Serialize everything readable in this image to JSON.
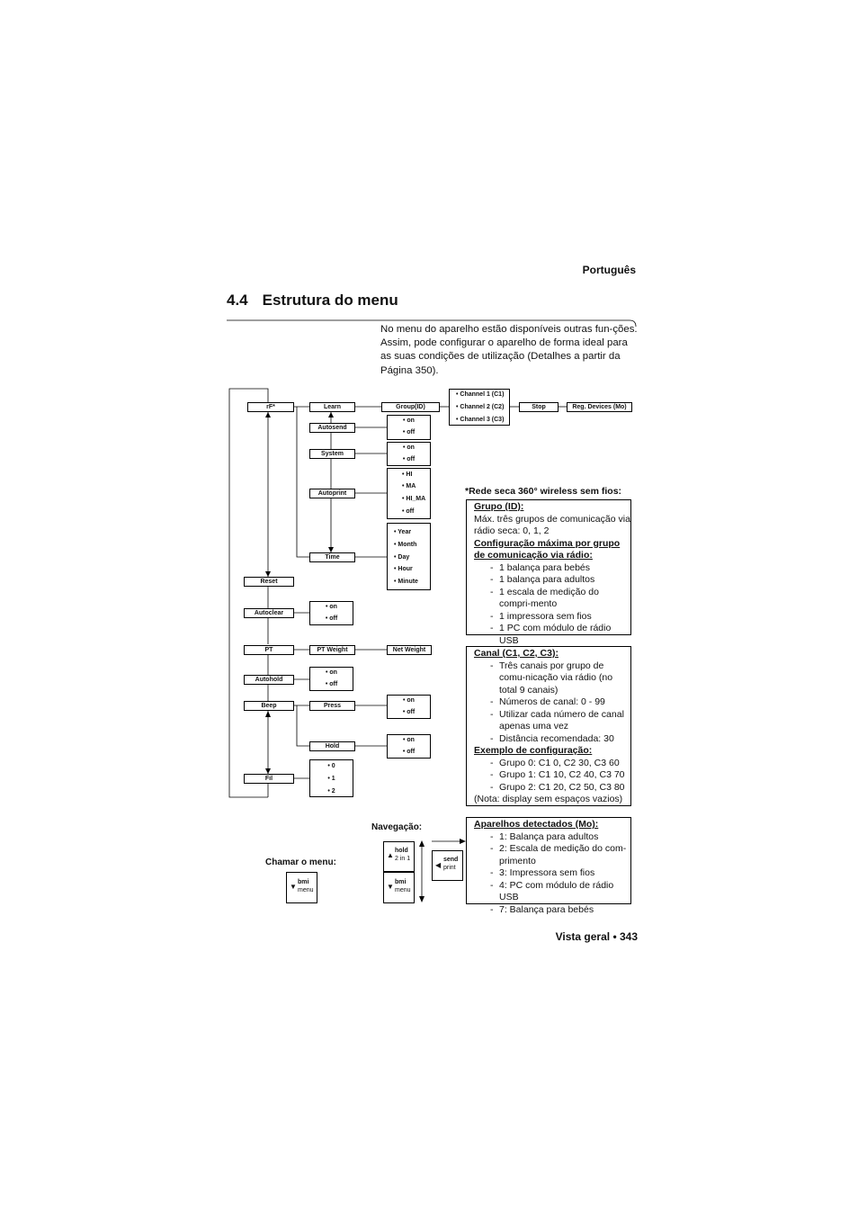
{
  "header": {
    "language": "Português"
  },
  "section": {
    "number": "4.4",
    "title": "Estrutura do menu"
  },
  "intro": "No menu do aparelho estão disponíveis outras fun-ções. Assim, pode configurar o aparelho de forma ideal para as suas condições de utilização (Detalhes a partir da Página 350).",
  "menu": {
    "rf": "rF*",
    "learn": "Learn",
    "group_id": "Group(ID)",
    "channels": [
      "• Channel 1 (C1)",
      "• Channel 2 (C2)",
      "• Channel 3 (C3)"
    ],
    "stop": "Stop",
    "reg_devices": "Reg. Devices (Mo)",
    "autosend": "Autosend",
    "autosend_opts": [
      "• on",
      "• off"
    ],
    "system": "System",
    "system_opts": [
      "• on",
      "• off"
    ],
    "autoprint": "Autoprint",
    "autoprint_opts": [
      "• HI",
      "• MA",
      "• HI_MA",
      "• off"
    ],
    "time": "Time",
    "time_opts": [
      "• Year",
      "• Month",
      "• Day",
      "• Hour",
      "• Minute"
    ],
    "reset": "Reset",
    "autoclear": "Autoclear",
    "autoclear_opts": [
      "• on",
      "• off"
    ],
    "pt": "PT",
    "pt_weight": "PT Weight",
    "net_weight": "Net Weight",
    "autohold": "Autohold",
    "autohold_opts": [
      "• on",
      "• off"
    ],
    "beep": "Beep",
    "press": "Press",
    "press_opts": [
      "• on",
      "• off"
    ],
    "hold": "Hold",
    "hold_opts": [
      "• on",
      "• off"
    ],
    "fil": "Fil",
    "fil_opts": [
      "• 0",
      "• 1",
      "• 2"
    ]
  },
  "wireless": {
    "heading": "*Rede seca 360° wireless sem fios:",
    "group": {
      "title": "Grupo (ID):",
      "text": "Máx. três grupos de comunicação via rádio seca: 0, 1, 2",
      "config_title": "Configuração máxima por grupo de comunicação via rádio:",
      "items": [
        "1 balança para bebés",
        "1 balança para adultos",
        "1 escala de medição do compri-mento",
        "1 impressora sem fios",
        "1 PC com módulo de rádio USB"
      ]
    },
    "channel": {
      "title": "Canal (C1, C2, C3):",
      "items": [
        "Três canais por grupo de comu-nicação via rádio (no total 9 canais)",
        "Números de canal: 0 - 99",
        "Utilizar cada número de canal apenas uma vez",
        "Distância recomendada: 30"
      ],
      "example_title": "Exemplo de configuração:",
      "examples": [
        "Grupo 0: C1 0, C2 30, C3 60",
        "Grupo 1: C1 10, C2 40, C3 70",
        "Grupo 2: C1 20, C2 50, C3 80"
      ],
      "note": "(Nota: display sem espaços vazios)"
    },
    "devices": {
      "title": "Aparelhos detectados (Mo):",
      "items": [
        "1: Balança para adultos",
        "2: Escala de medição do com-primento",
        "3: Impressora sem fios",
        "4: PC com módulo de rádio USB",
        "7: Balança para bebés"
      ]
    }
  },
  "navigation": {
    "call_menu_label": "Chamar o menu:",
    "nav_label": "Navegação:",
    "keys": {
      "bmi": {
        "top": "bmi",
        "bottom": "menu"
      },
      "hold": {
        "top": "hold",
        "bottom": "2 in 1"
      },
      "send": {
        "top": "send",
        "bottom": "print"
      }
    }
  },
  "footer": {
    "text": "Vista geral • 343"
  }
}
